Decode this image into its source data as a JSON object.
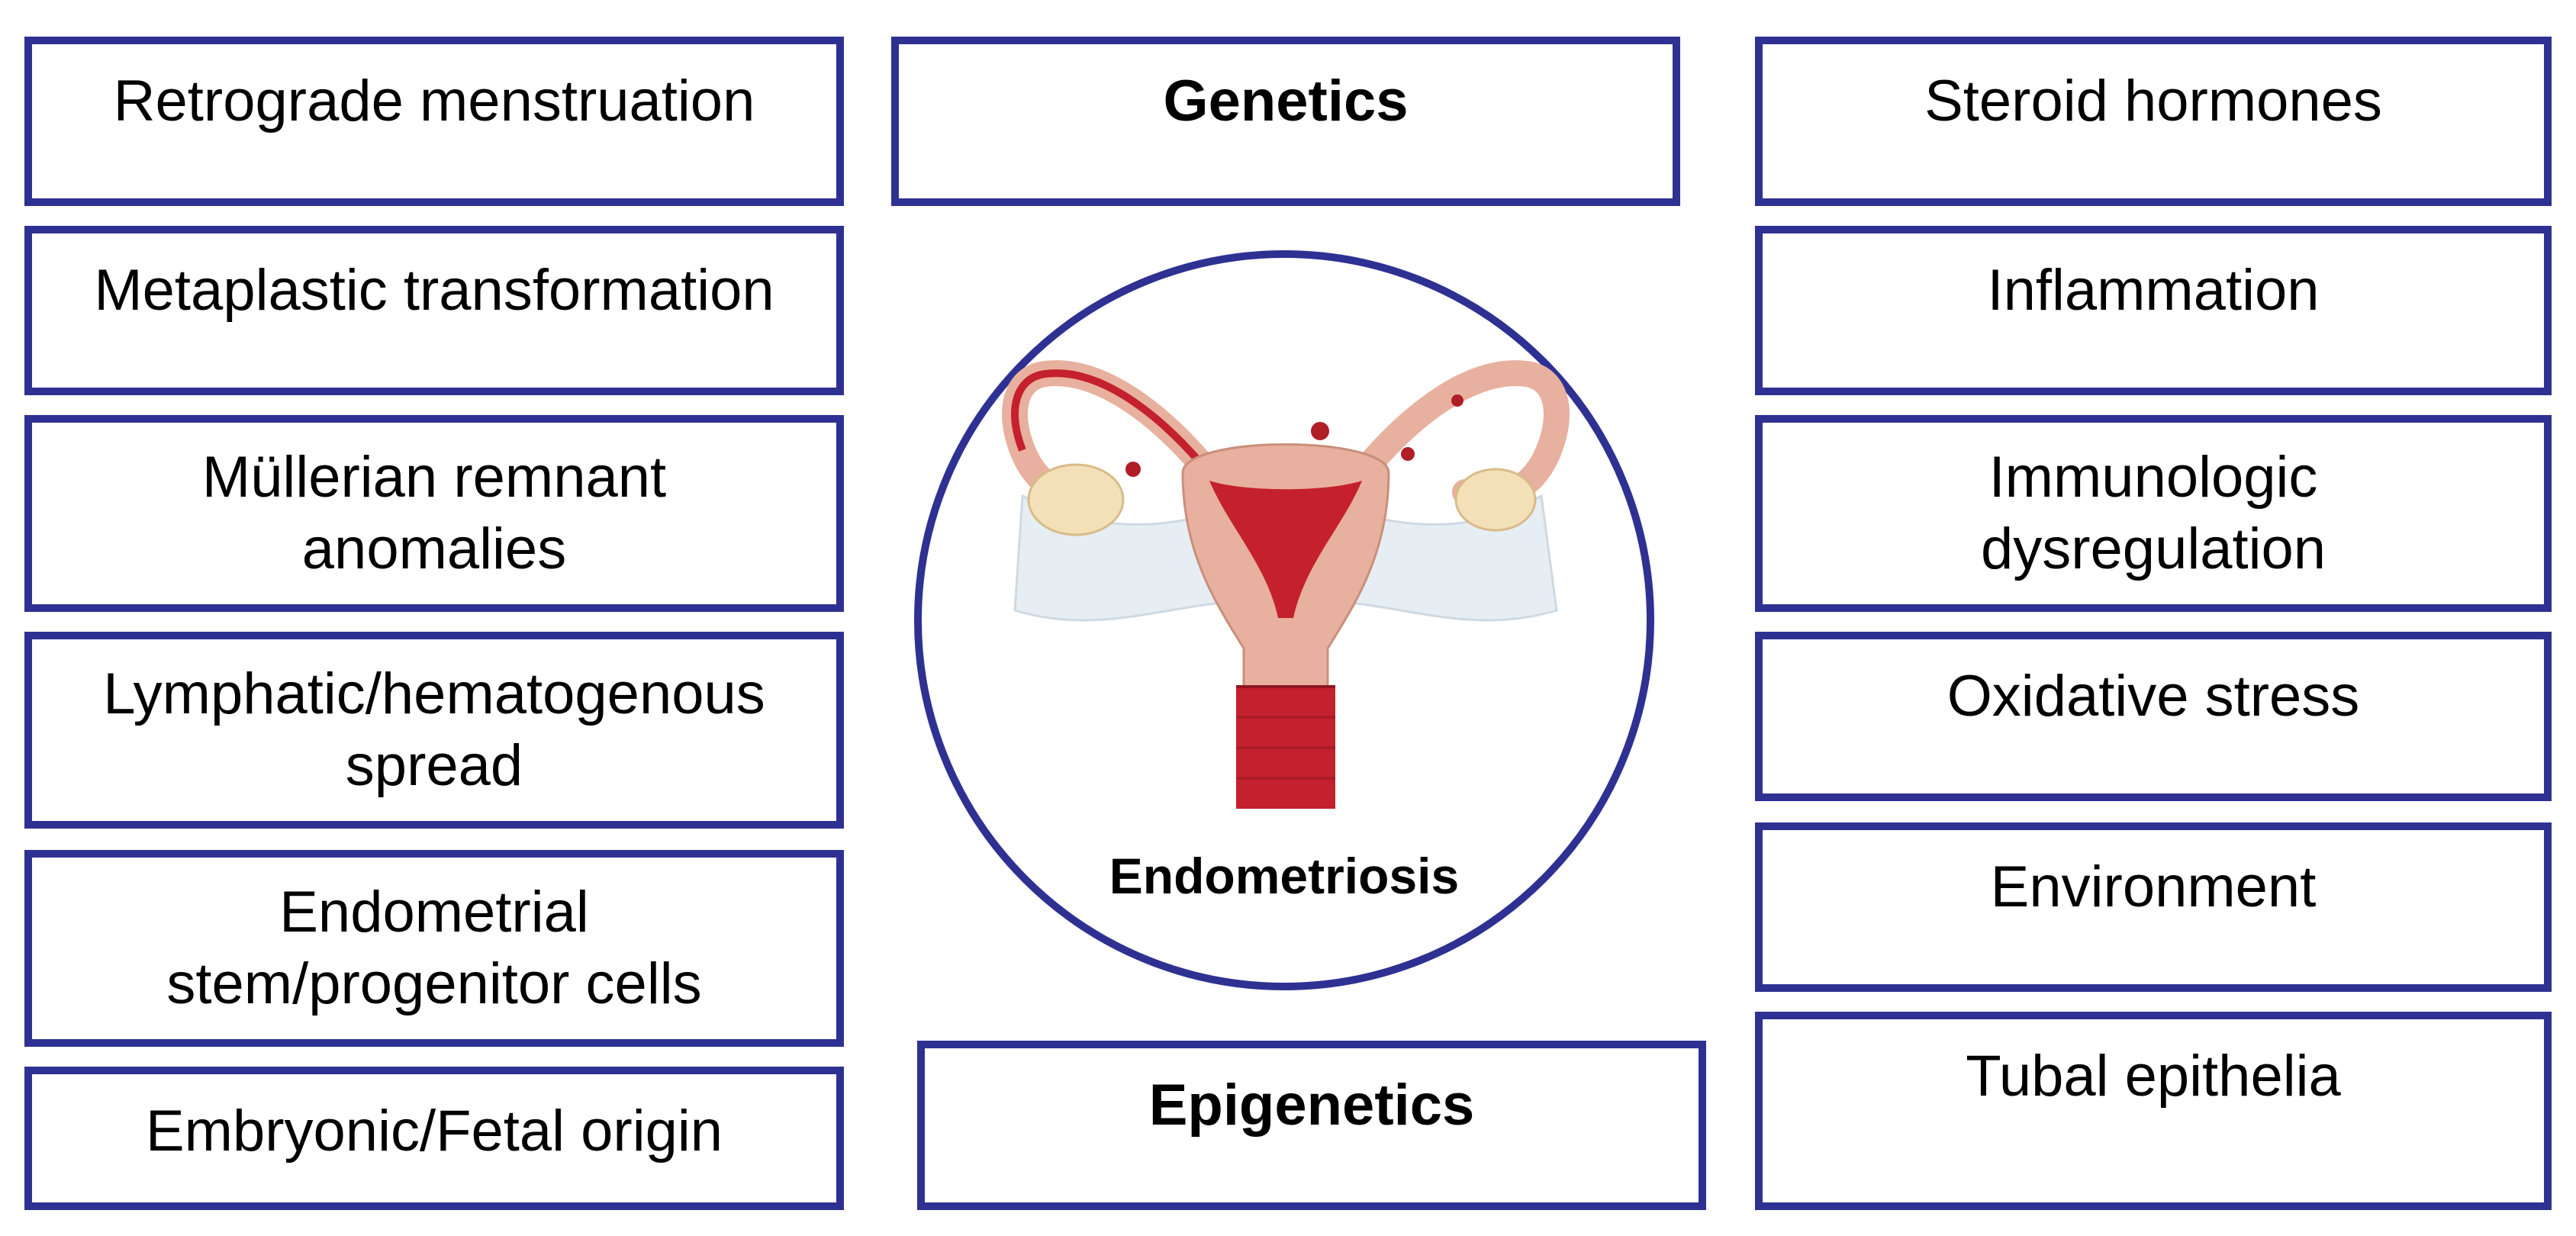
{
  "colors": {
    "border": "#2e3192",
    "uterus_tissue": "#e8b09e",
    "uterus_cavity": "#c4202d",
    "lesion": "#b01e28",
    "ligament": "#e6eef4",
    "ovary": "#f3e0b8"
  },
  "left_boxes": [
    {
      "label": "Retrograde menstruation"
    },
    {
      "label": "Metaplastic transformation"
    },
    {
      "label": "Müllerian remnant\nanomalies"
    },
    {
      "label": "Lymphatic/hematogenous\nspread"
    },
    {
      "label": "Endometrial\nstem/progenitor cells"
    },
    {
      "label": "Embryonic/Fetal origin"
    }
  ],
  "center": {
    "top_label": "Genetics",
    "bottom_label": "Epigenetics",
    "circle_label": "Endometriosis",
    "illustration_icon": "uterus-illustration"
  },
  "right_boxes": [
    {
      "label": "Steroid hormones"
    },
    {
      "label": "Inflammation"
    },
    {
      "label": "Immunologic\ndysregulation"
    },
    {
      "label": "Oxidative stress"
    },
    {
      "label": "Environment"
    },
    {
      "label": "Tubal epithelia"
    }
  ]
}
